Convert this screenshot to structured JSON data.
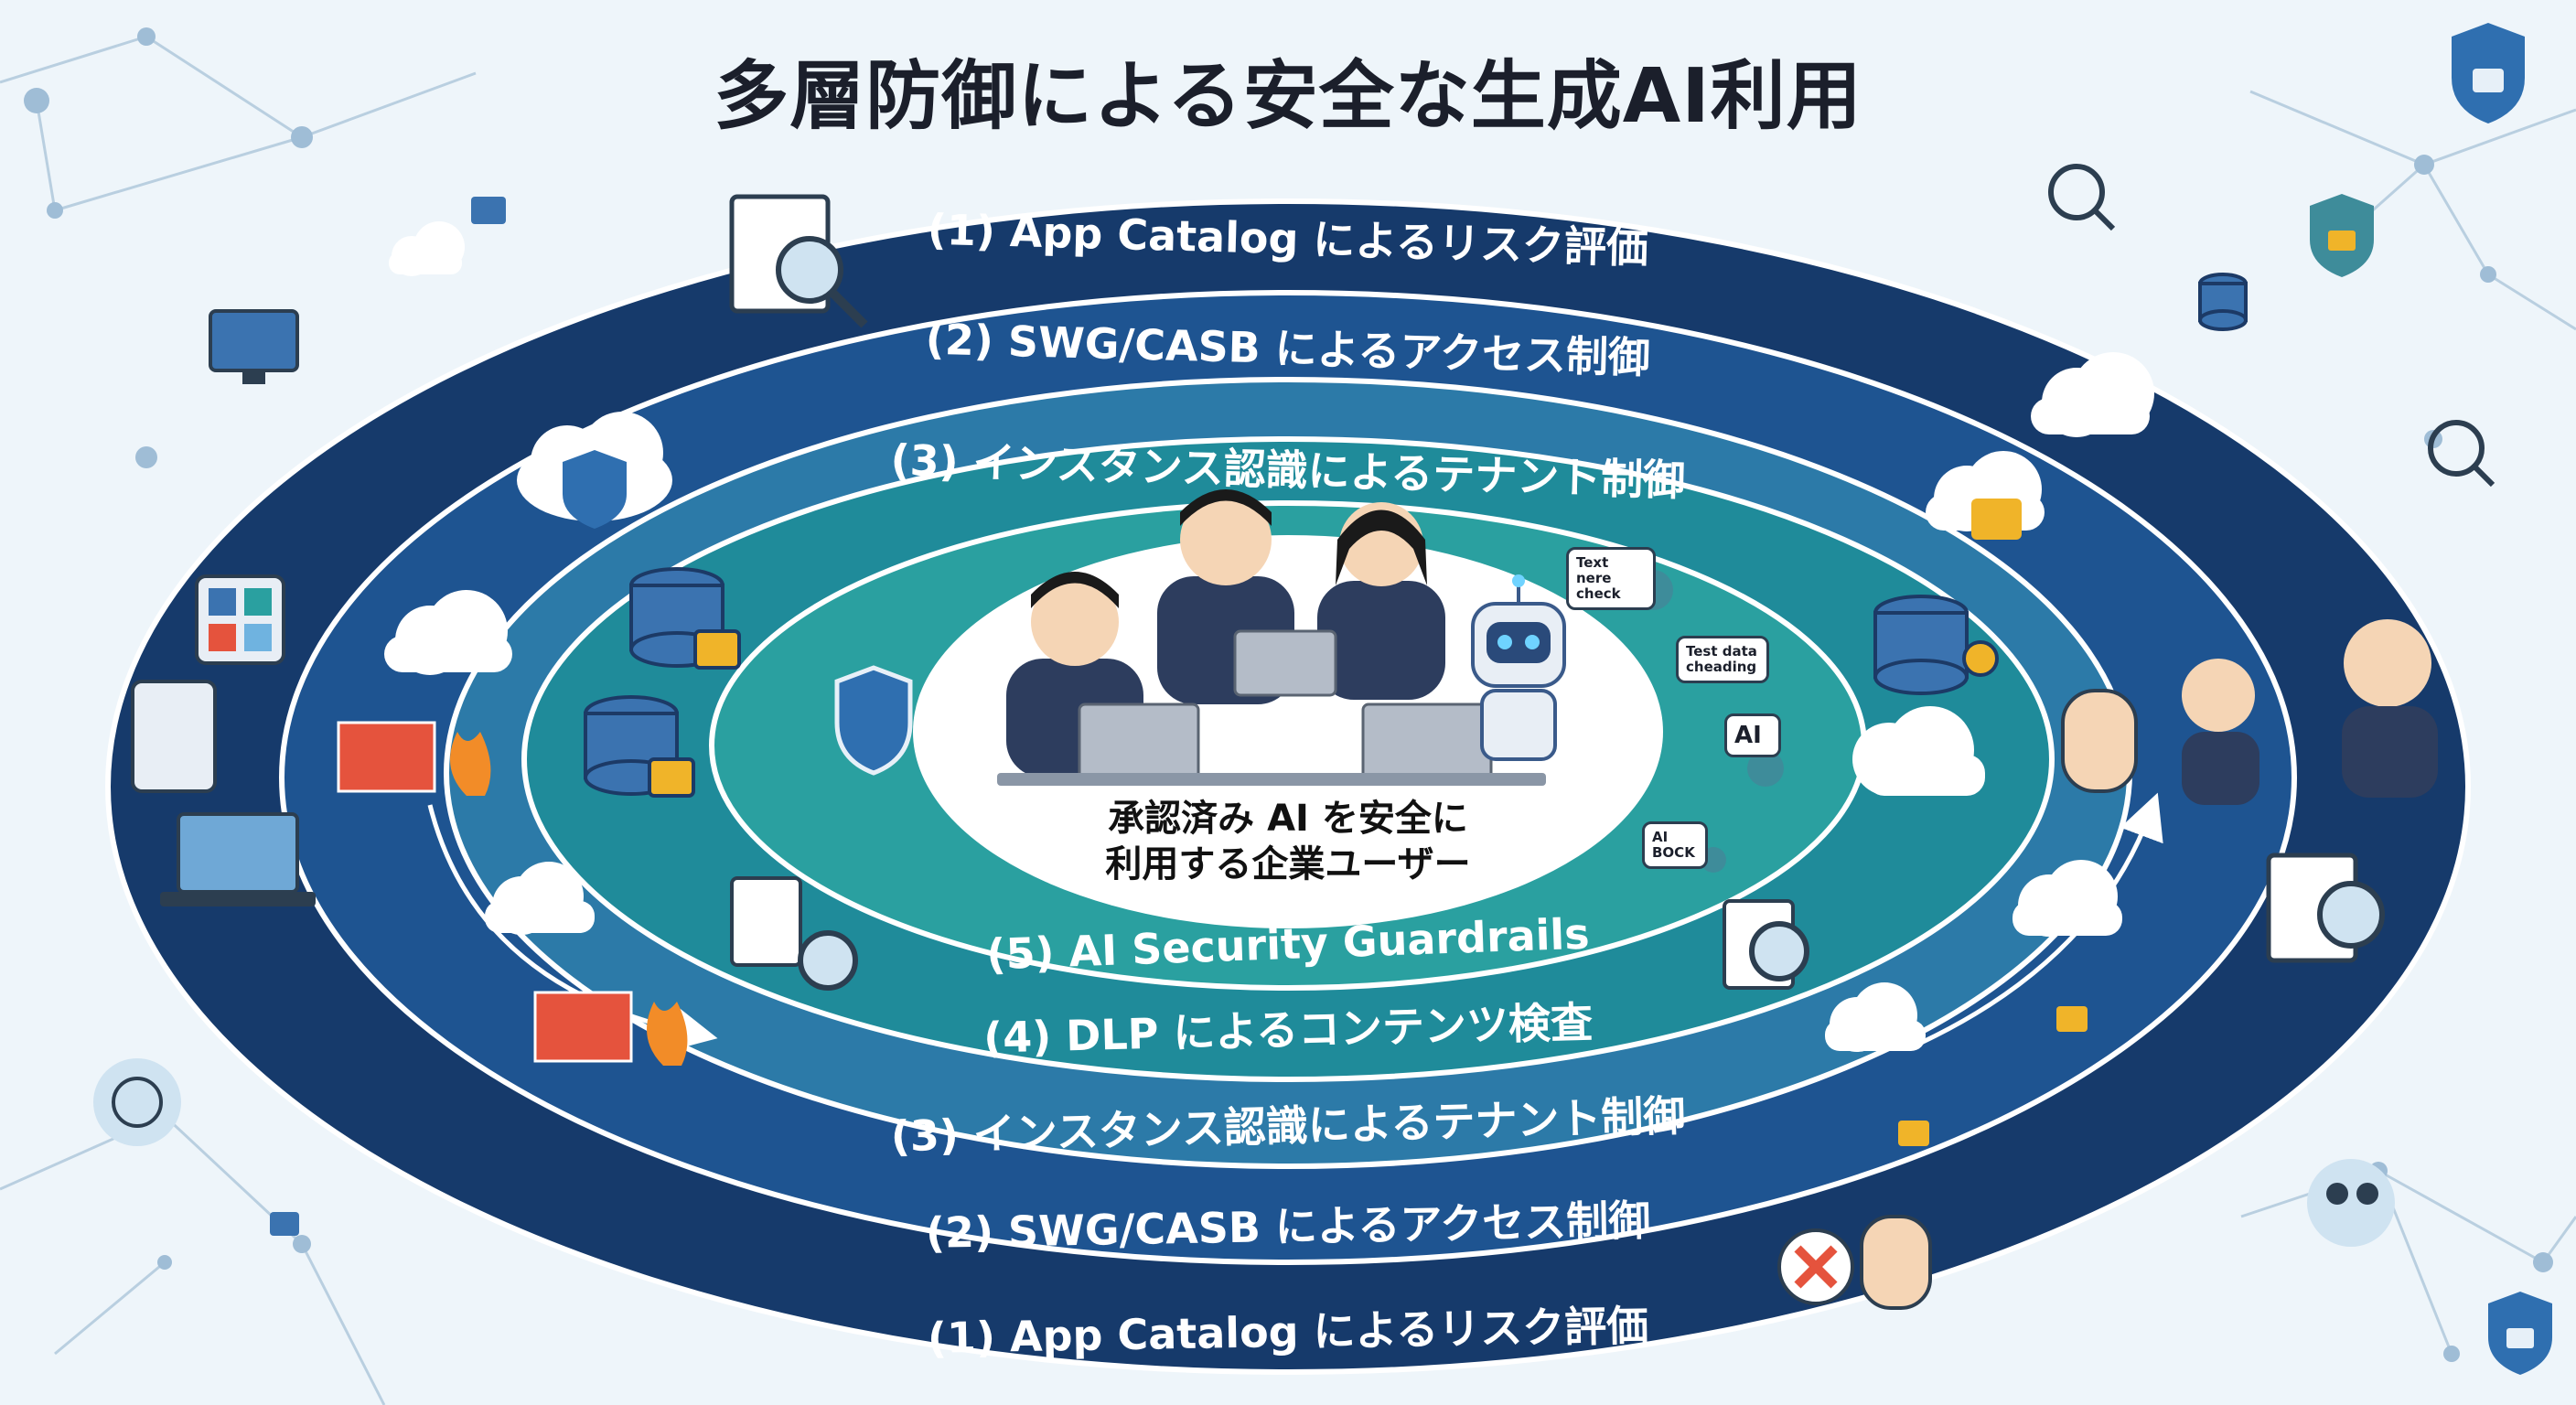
{
  "title": "多層防御による安全な生成AI利用",
  "rings": {
    "outer_top": "(1) App Catalog によるリスク評価",
    "swg_top": "(2) SWG/CASB によるアクセス制御",
    "tenant_top": "(3) インスタンス認識によるテナント制御",
    "guardrails": "(5) AI Security Guardrails",
    "dlp": "(4) DLP によるコンテンツ検査",
    "tenant_bottom": "(3) インスタンス認識によるテナント制御",
    "swg_bottom": "(2) SWG/CASB によるアクセス制御",
    "outer_bottom": "(1) App Catalog によるリスク評価"
  },
  "center": {
    "line1": "承認済み AI を安全に",
    "line2": "利用する企業ユーザー"
  },
  "notes": {
    "bubble1": "Text nere check",
    "bubble2": "Test data cheading",
    "doc_ai": "AI",
    "block": "AI BOCK"
  },
  "colors": {
    "background": "#eef5fa",
    "ring_outer": "#163a6b",
    "ring_swg": "#1e5491",
    "ring_tenant": "#2c7aa8",
    "ring_dlp": "#1f8b9a",
    "ring_guardrails": "#2aa0a0",
    "center": "#ffffff",
    "accent_gold": "#f0b429",
    "accent_red": "#e5533d"
  }
}
